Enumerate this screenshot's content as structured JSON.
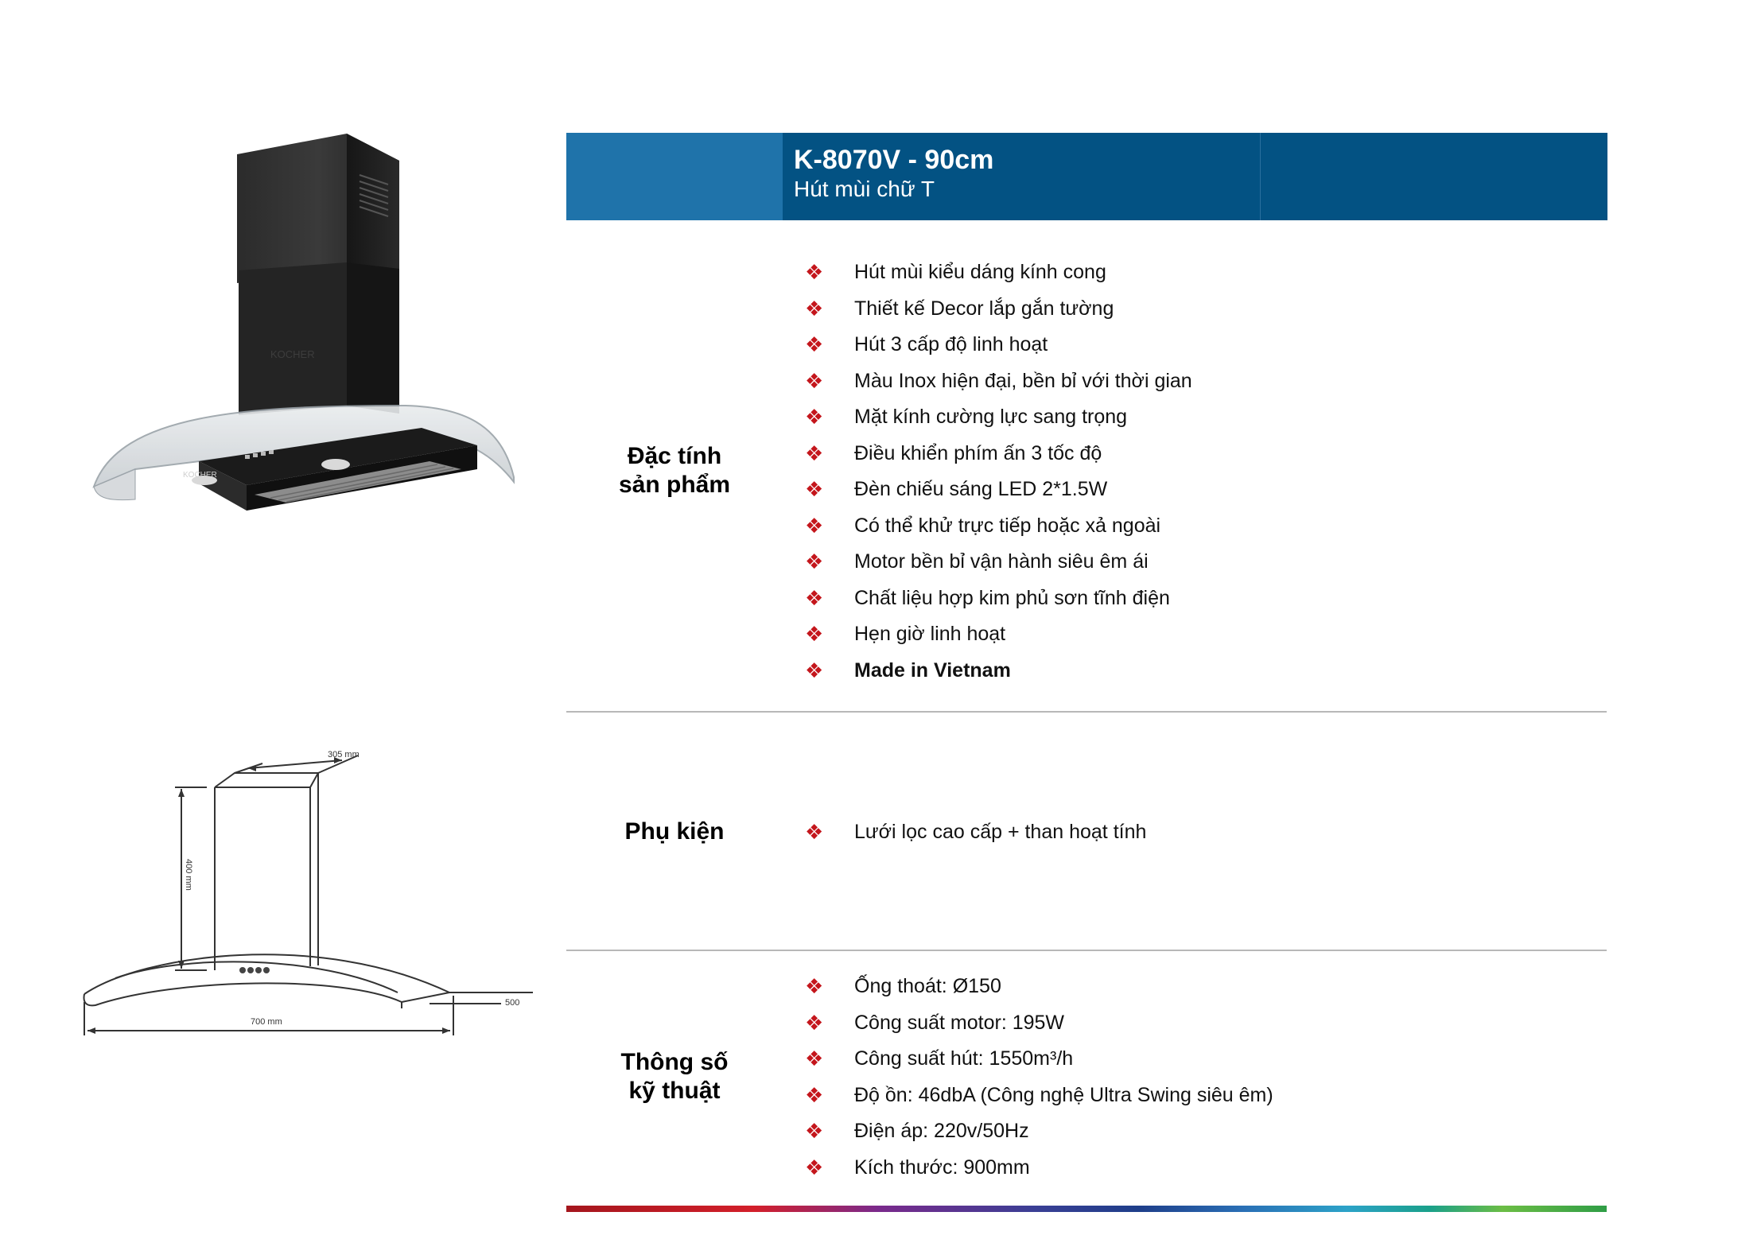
{
  "header": {
    "model": "K-8070V - 90cm",
    "subtitle": "Hút mùi chữ T"
  },
  "colors": {
    "header_left": "#1f73aa",
    "header_main": "#035283",
    "bullet": "#c4161c",
    "divider": "#b8b8b8"
  },
  "product_image": {
    "icon": "range-hood-photo",
    "brand_text": "KOCHER"
  },
  "diagram": {
    "icon": "range-hood-dimension-drawing",
    "dim_top": "305 mm",
    "dim_height": "400 mm",
    "dim_width": "700 mm",
    "dim_depth": "500"
  },
  "sections": {
    "features": {
      "label_line1": "Đặc tính",
      "label_line2": "sản phẩm",
      "items": [
        "Hút mùi kiểu dáng kính cong",
        "Thiết kế Decor lắp gắn tường",
        "Hút 3 cấp độ linh hoạt",
        "Màu Inox hiện đại, bền bỉ với thời gian",
        "Mặt kính cường lực sang trọng",
        "Điều khiển phím ấn 3 tốc độ",
        "Đèn chiếu sáng LED 2*1.5W",
        "Có thể khử trực tiếp hoặc xả ngoài",
        "Motor bền bỉ vận hành siêu êm ái",
        "Chất liệu hợp kim phủ sơn tĩnh điện",
        "Hẹn giờ linh hoạt",
        "Made in Vietnam"
      ]
    },
    "accessories": {
      "label": "Phụ kiện",
      "items": [
        "Lưới lọc cao cấp + than hoạt tính"
      ]
    },
    "specs": {
      "label_line1": "Thông số",
      "label_line2": "kỹ thuật",
      "items": [
        "Ống thoát: Ø150",
        "Công suất motor: 195W",
        "Công suất hút: 1550m³/h",
        "Độ ồn: 46dbA (Công nghệ Ultra Swing siêu êm)",
        "Điện áp: 220v/50Hz",
        "Kích thước: 900mm"
      ]
    }
  },
  "bullet_glyph": "❖"
}
